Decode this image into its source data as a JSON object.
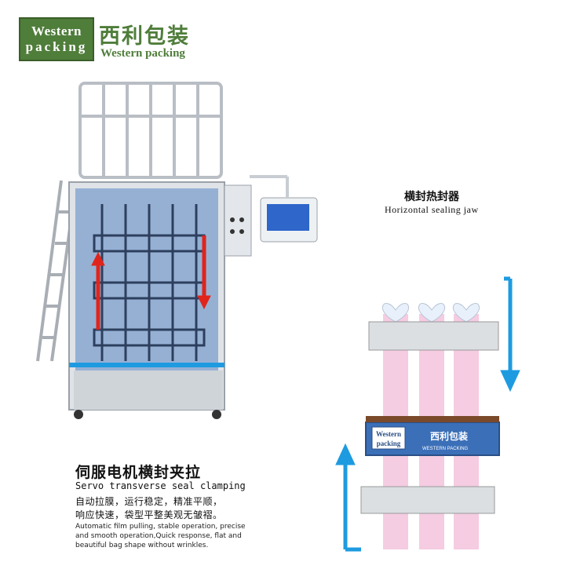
{
  "logo": {
    "line1": "Western",
    "line2": "packing",
    "brand_cn": "西利包装",
    "brand_en": "Western packing",
    "color": "#4f7d3a"
  },
  "jaw_label": {
    "cn": "横封热封器",
    "en": "Horizontal sealing jaw"
  },
  "diagram_plate": {
    "line1": "Western",
    "line2": "packing",
    "brand_cn": "西利包装",
    "brand_en": "WESTERN PACKING"
  },
  "servo": {
    "title_cn": "伺服电机横封夹拉",
    "title_en": "Servo transverse seal clamping",
    "desc_cn_1": "自动拉膜，运行稳定，精准平顺，",
    "desc_cn_2": "响应快速，袋型平整美观无皱褶。",
    "desc_en_1": "Automatic film pulling, stable operation, precise",
    "desc_en_2": "and smooth operation,Quick response, flat and",
    "desc_en_3": "beautiful bag shape without wrinkles."
  },
  "colors": {
    "accent_blue": "#1e9be0",
    "arrow_red": "#e0241c",
    "steel": "#c8cdd3",
    "panel_blue": "#3b6fb8"
  }
}
